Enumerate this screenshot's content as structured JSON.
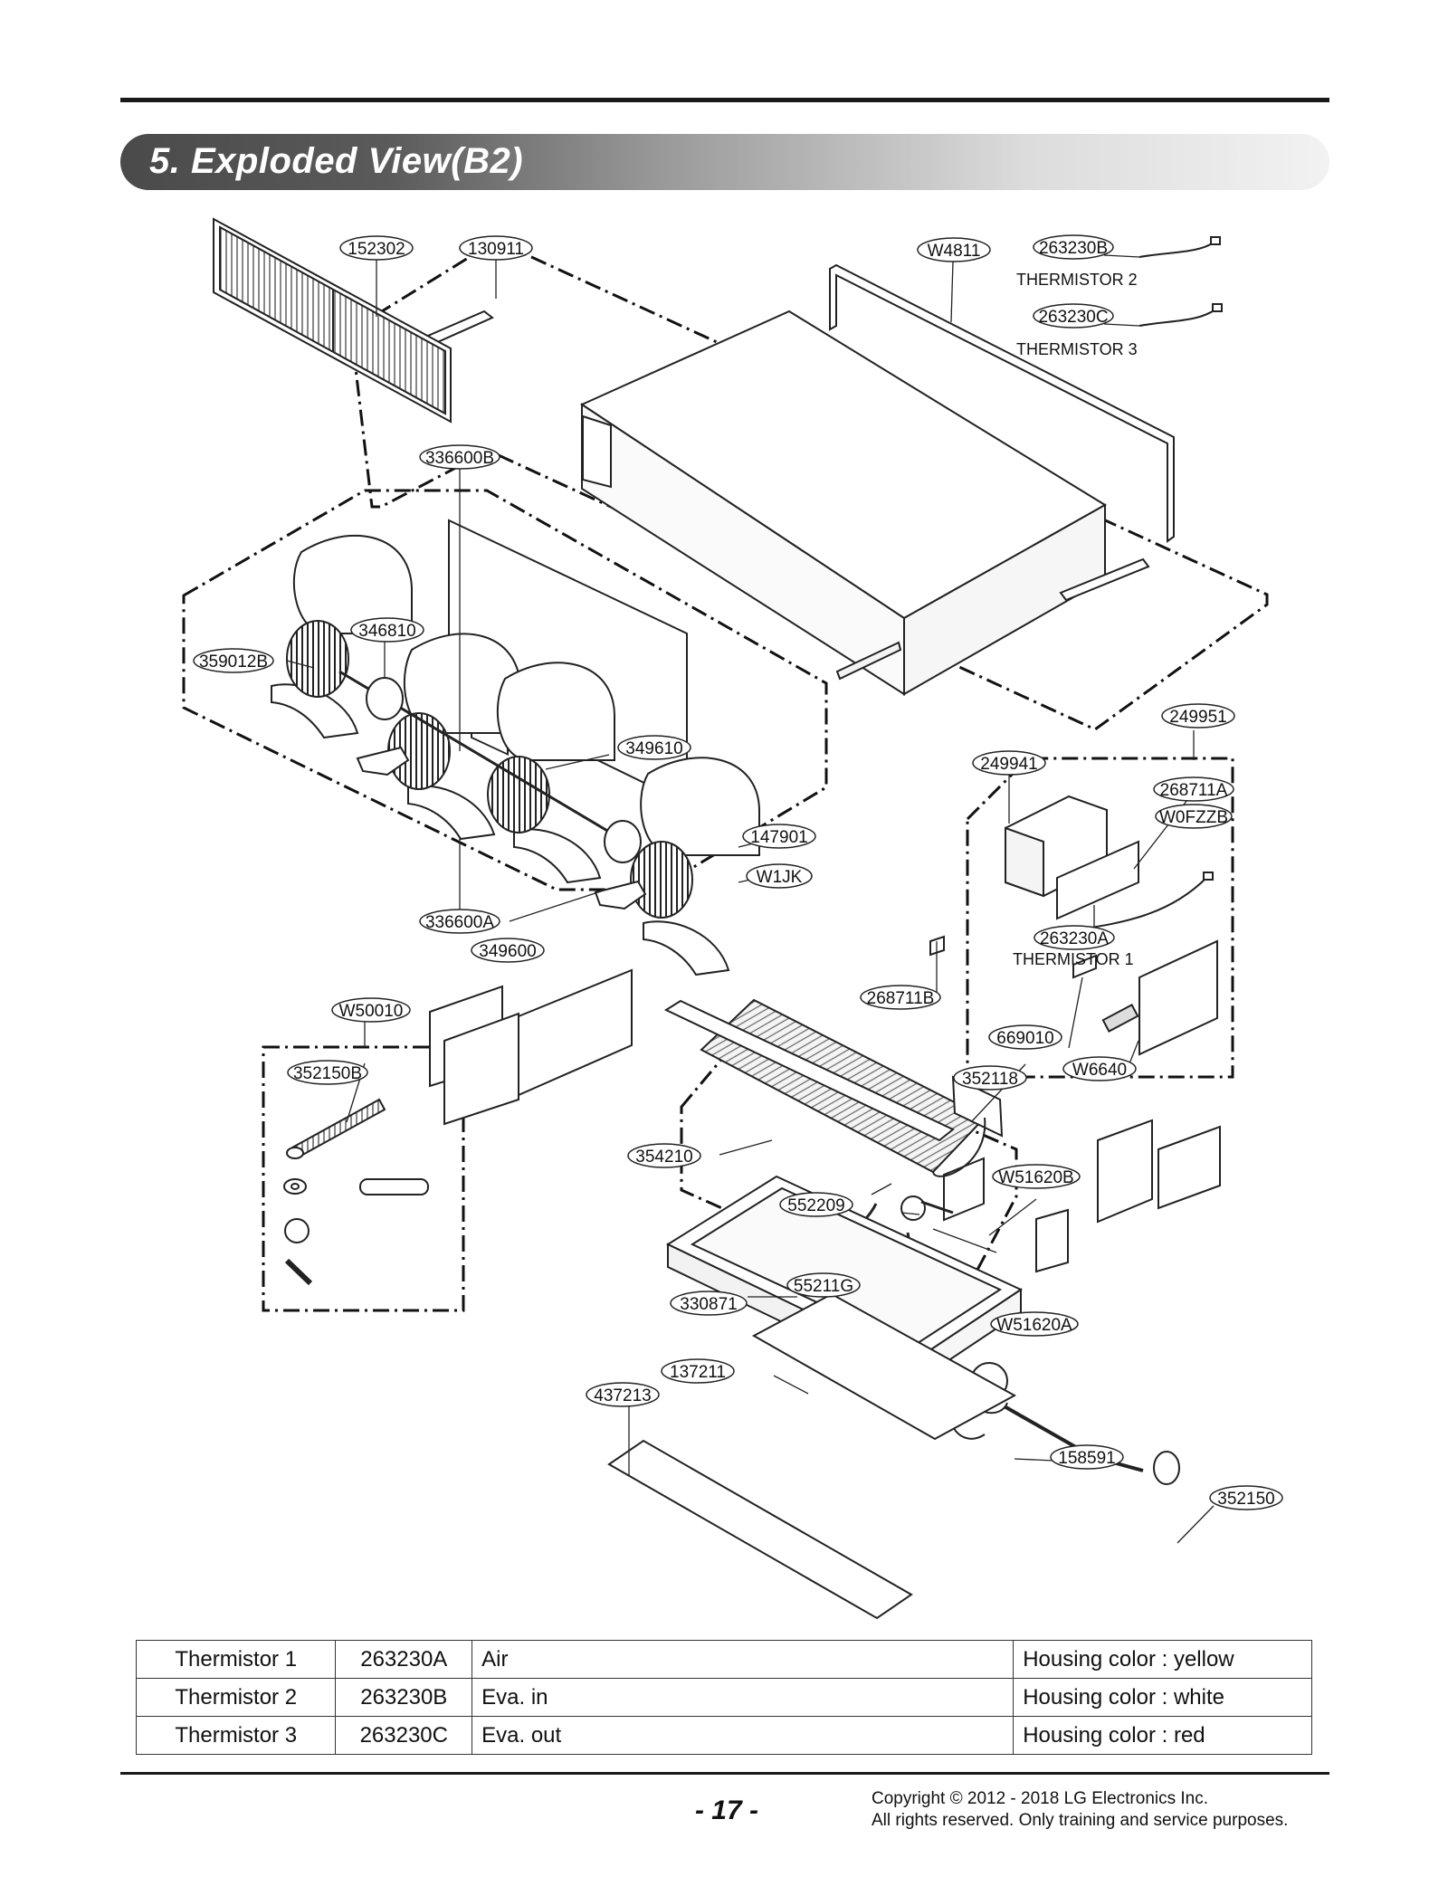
{
  "section_title": "5. Exploded View(B2)",
  "callouts": [
    {
      "id": "c1",
      "label": "152302"
    },
    {
      "id": "c2",
      "label": "130911"
    },
    {
      "id": "c3",
      "label": "W4811"
    },
    {
      "id": "c4",
      "label": "263230B"
    },
    {
      "id": "c5",
      "label": "263230C"
    },
    {
      "id": "c6",
      "label": "336600B"
    },
    {
      "id": "c7",
      "label": "346810"
    },
    {
      "id": "c8",
      "label": "359012B"
    },
    {
      "id": "c9",
      "label": "349610"
    },
    {
      "id": "c10",
      "label": "147901"
    },
    {
      "id": "c11",
      "label": "W1JK"
    },
    {
      "id": "c12",
      "label": "336600A"
    },
    {
      "id": "c13",
      "label": "349600"
    },
    {
      "id": "c14",
      "label": "249951"
    },
    {
      "id": "c15",
      "label": "249941"
    },
    {
      "id": "c16",
      "label": "268711A"
    },
    {
      "id": "c17",
      "label": "W0FZZB"
    },
    {
      "id": "c18",
      "label": "263230A"
    },
    {
      "id": "c19",
      "label": "268711B"
    },
    {
      "id": "c20",
      "label": "669010"
    },
    {
      "id": "c21",
      "label": "W6640"
    },
    {
      "id": "c22",
      "label": "W50010"
    },
    {
      "id": "c23",
      "label": "352150B"
    },
    {
      "id": "c24",
      "label": "352118"
    },
    {
      "id": "c25",
      "label": "354210"
    },
    {
      "id": "c26",
      "label": "W51620B"
    },
    {
      "id": "c27",
      "label": "552209"
    },
    {
      "id": "c28",
      "label": "55211G"
    },
    {
      "id": "c29",
      "label": "330871"
    },
    {
      "id": "c30",
      "label": "W51620A"
    },
    {
      "id": "c31",
      "label": "137211"
    },
    {
      "id": "c32",
      "label": "437213"
    },
    {
      "id": "c33",
      "label": "158591"
    },
    {
      "id": "c34",
      "label": "352150"
    }
  ],
  "thermistor_labels": {
    "t2": "THERMISTOR 2",
    "t3": "THERMISTOR 3",
    "t1": "THERMISTOR 1"
  },
  "table": {
    "rows": [
      {
        "name": "Thermistor 1",
        "code": "263230A",
        "location": "Air",
        "housing": "Housing color : yellow"
      },
      {
        "name": "Thermistor 2",
        "code": "263230B",
        "location": "Eva. in",
        "housing": "Housing color : white"
      },
      {
        "name": "Thermistor 3",
        "code": "263230C",
        "location": "Eva. out",
        "housing": "Housing color : red"
      }
    ]
  },
  "footer": {
    "page_number": "- 17 -",
    "copyright_line1": "Copyright © 2012 - 2018 LG Electronics Inc.",
    "copyright_line2": "All rights reserved. Only training and service purposes."
  }
}
